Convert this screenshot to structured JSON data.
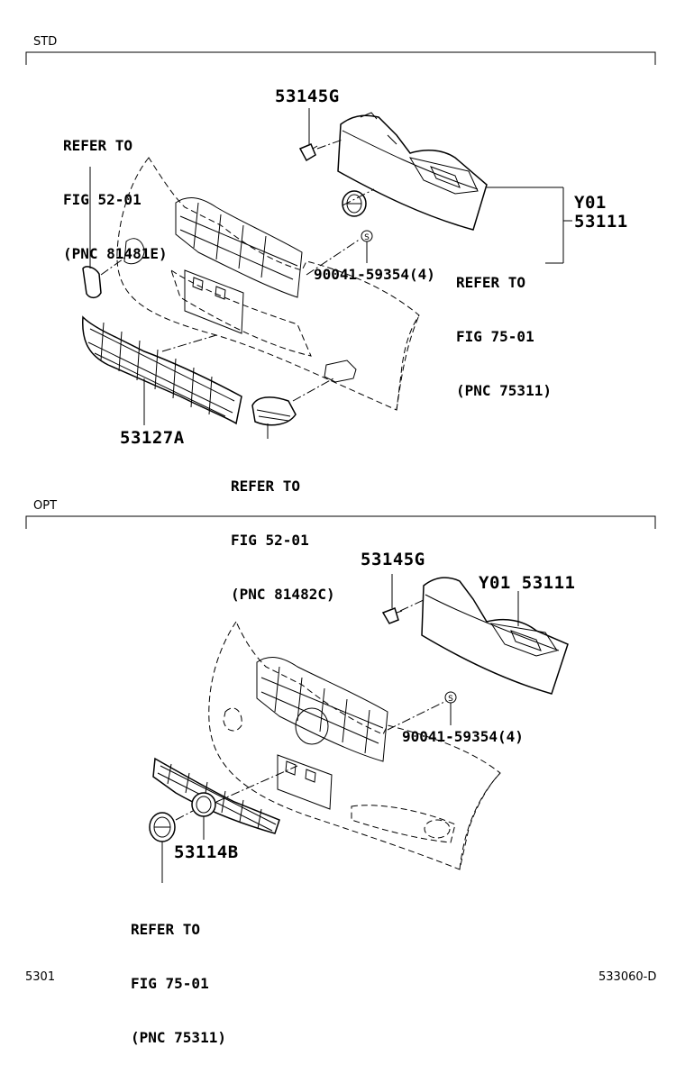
{
  "sections": {
    "std": {
      "label": "STD"
    },
    "opt": {
      "label": "OPT"
    }
  },
  "std_callouts": {
    "clip_pn": "53145G",
    "upper_grille_color": "Y01",
    "upper_grille_pn": "53111",
    "screw_pn": "90041-59354(4)",
    "lower_grille_pn": "53127A",
    "ref_left": [
      "REFER TO",
      "FIG 52-01",
      "(PNC 81481E)"
    ],
    "ref_right": [
      "REFER TO",
      "FIG 75-01",
      "(PNC 75311)"
    ],
    "ref_bottom": [
      "REFER TO",
      "FIG 52-01",
      "(PNC 81482C)"
    ]
  },
  "opt_callouts": {
    "clip_pn": "53145G",
    "upper_grille_label": "Y01 53111",
    "screw_pn": "90041-59354(4)",
    "grille_pn": "53114B",
    "ref_bottom": [
      "REFER TO",
      "FIG 75-01",
      "(PNC 75311)"
    ]
  },
  "footer": {
    "left": "5301",
    "right": "533060-D"
  },
  "icons": [
    "emblem-icon",
    "screw-symbol-icon",
    "clip-icon"
  ]
}
